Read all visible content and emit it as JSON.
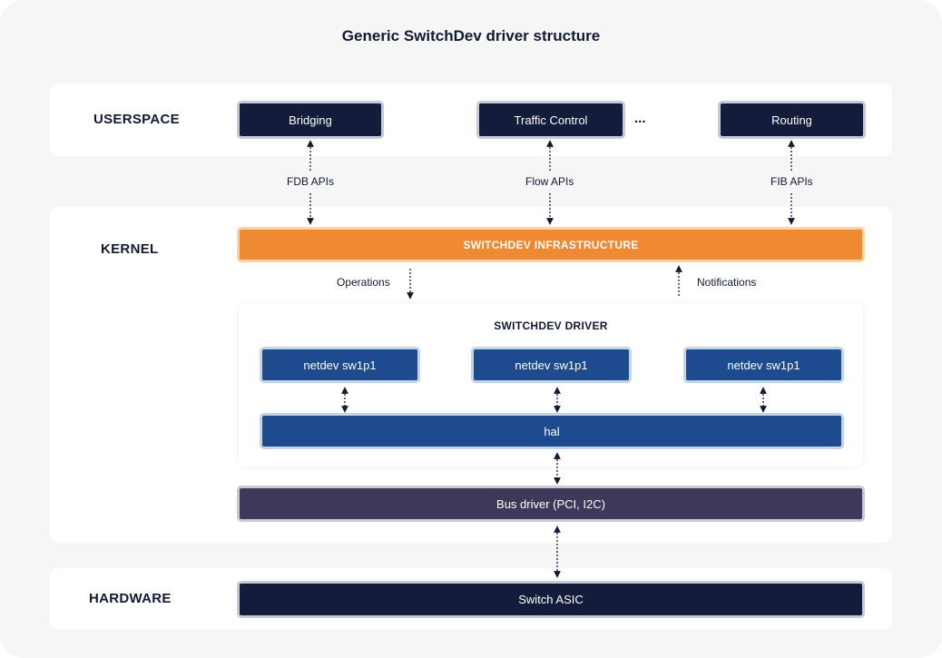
{
  "title": "Generic SwitchDev driver structure",
  "layers": {
    "userspace": "USERSPACE",
    "kernel": "KERNEL",
    "hardware": "HARDWARE"
  },
  "userspace_boxes": {
    "bridging": "Bridging",
    "traffic_control": "Traffic Control",
    "ellipsis": "...",
    "routing": "Routing"
  },
  "api_labels": {
    "fdb": "FDB APIs",
    "flow": "Flow APIs",
    "fib": "FIB APIs"
  },
  "kernel": {
    "infrastructure": "SWITCHDEV INFRASTRUCTURE",
    "operations": "Operations",
    "notifications": "Notifications",
    "driver_title": "SWITCHDEV DRIVER",
    "netdevs": [
      "netdev sw1p1",
      "netdev sw1p1",
      "netdev sw1p1"
    ],
    "hal": "hal",
    "bus_driver": "Bus driver (PCI, I2C)"
  },
  "hardware": {
    "asic": "Switch ASIC"
  },
  "colors": {
    "background": "#f6f6f7",
    "panel": "#ffffff",
    "dark_box": "#141c3c",
    "blue_box": "#1e4a8e",
    "orange_box": "#ef8a32",
    "purple_box": "#3e3859",
    "text_dark": "#121a33"
  }
}
